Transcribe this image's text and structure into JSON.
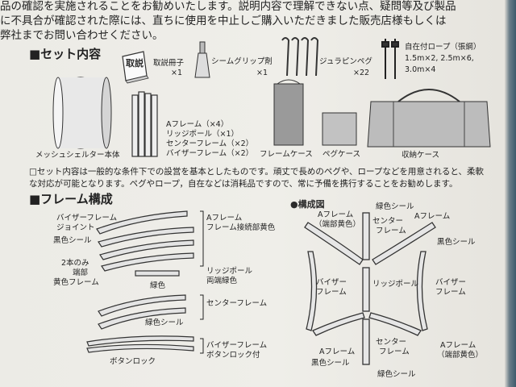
{
  "intro_line1": "品の確認を実施されることをお勧めいたします。説明内容で理解できない点、疑問等及び製品",
  "intro_line2": "に不具合が確認された際には、直ちに使用を中止しご購入いただきました販売店様もしくは",
  "intro_line3": "弊社までお問い合わせください。",
  "contents": {
    "heading": "■セット内容",
    "manual_icon": "取説",
    "manual": "取説冊子",
    "manual_qty": "×1",
    "seam": "シームグリップ剤",
    "seam_qty": "×1",
    "peg": "ジュラピンペグ",
    "peg_qty": "×22",
    "rope": "自在付ロープ（張綱）",
    "rope_line2": "1.5m×2, 2.5m×6,",
    "rope_line3": "3.0m×4",
    "frames1": "Aフレーム（×4）",
    "frames2": "リッジポール（×1）",
    "frames3": "センターフレーム（×2）",
    "frames4": "バイザーフレーム（×2）",
    "body": "メッシュシェルター本体",
    "frame_case": "フレームケース",
    "peg_case": "ペグケース",
    "storage_case": "収納ケース"
  },
  "note_line1": "□セット内容は一般的な条件下での設営を基本としたものです。頑丈で長めのペグや、ロープなどを用意されると、柔軟",
  "note_line2": "な対応が可能となります。ペグやロープ，自在などは消耗品ですので、常に予備を携行することをお勧めします。",
  "frame_section": {
    "heading": "■フレーム構成",
    "visor_joint1": "バイザーフレーム",
    "visor_joint2": "ジョイント",
    "black_seal": "黒色シール",
    "yellow1": "2本のみ",
    "yellow2": "端部",
    "yellow3": "黄色フレーム",
    "aframe1": "Aフレーム",
    "aframe2": "フレーム接続部黄色",
    "ridge1": "リッジポール",
    "ridge2": "両端緑色",
    "green": "緑色",
    "center": "センターフレーム",
    "green_seal": "緑色シール",
    "visor_lock1": "バイザーフレーム",
    "visor_lock2": "ボタンロック付",
    "button_lock": "ボタンロック"
  },
  "diagram": {
    "heading": "●構成図",
    "aframe_yellow_tl1": "Aフレーム",
    "aframe_yellow_tl2": "（端部黄色）",
    "green_seal_top": "緑色シール",
    "center_top1": "センター",
    "center_top2": "フレーム",
    "aframe_tr": "Aフレーム",
    "black_seal_r": "黒色シール",
    "visor_l1": "バイザー",
    "visor_l2": "フレーム",
    "ridge": "リッジポール",
    "visor_r1": "バイザー",
    "visor_r2": "フレーム",
    "aframe_bl": "Aフレーム",
    "center_bottom1": "センター",
    "center_bottom2": "フレーム",
    "aframe_br1": "Aフレーム",
    "aframe_br2": "（端部黄色）",
    "black_seal_b": "黒色シール",
    "green_seal_b": "緑色シール"
  }
}
